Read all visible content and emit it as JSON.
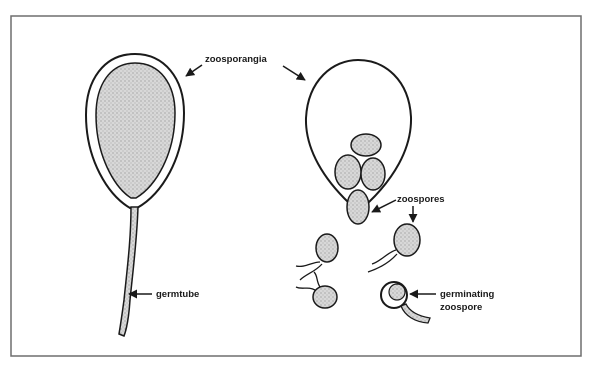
{
  "labels": {
    "zoosporangia": "zoosporangia",
    "zoospores": "zoospores",
    "germtube": "germtube",
    "germinating_line1": "germinating",
    "germinating_line2": "zoospore"
  },
  "colors": {
    "outline": "#1a1a1a",
    "stipple_fill": "#d2d2d2",
    "frame": "#6e6e6e",
    "background": "#ffffff"
  }
}
